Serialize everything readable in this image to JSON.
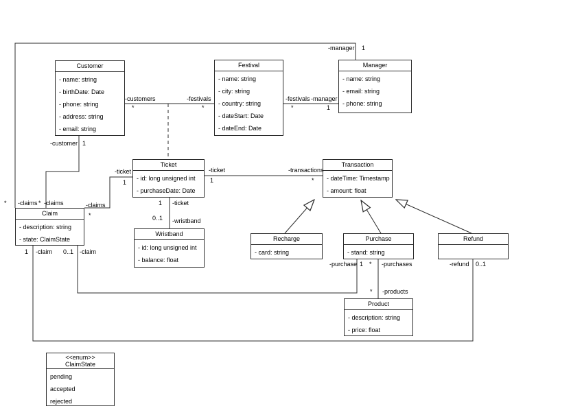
{
  "diagram": {
    "type": "UML class diagram",
    "classes": {
      "customer": {
        "name": "Customer",
        "attributes": [
          "- name: string",
          "- birthDate: Date",
          "- phone: string",
          "- address: string",
          "- email: string"
        ]
      },
      "festival": {
        "name": "Festival",
        "attributes": [
          "- name: string",
          "- city: string",
          "- country: string",
          "- dateStart: Date",
          "- dateEnd: Date"
        ]
      },
      "manager": {
        "name": "Manager",
        "attributes": [
          "- name: string",
          "- email: string",
          "- phone: string"
        ]
      },
      "ticket": {
        "name": "Ticket",
        "attributes": [
          "- id: long unsigned int",
          "- purchaseDate: Date"
        ]
      },
      "transaction": {
        "name": "Transaction",
        "attributes": [
          "- dateTime: Timestamp",
          "- amount: float"
        ]
      },
      "claim": {
        "name": "Claim",
        "attributes": [
          "- description: string",
          "- state: ClaimState"
        ]
      },
      "wristband": {
        "name": "Wristband",
        "attributes": [
          "- id: long unsigned int",
          "- balance: float"
        ]
      },
      "recharge": {
        "name": "Recharge",
        "attributes": [
          "- card: string"
        ]
      },
      "purchase": {
        "name": "Purchase",
        "attributes": [
          "- stand: string"
        ]
      },
      "refund": {
        "name": "Refund",
        "attributes": []
      },
      "product": {
        "name": "Product",
        "attributes": [
          "- description: string",
          "- price: float"
        ]
      },
      "claimstate_enum": {
        "stereotype": "<<enum>>",
        "name": "ClaimState",
        "values": [
          "pending",
          "accepted",
          "rejected"
        ]
      }
    },
    "labels": [
      "-customers",
      "*",
      "-festivals",
      "*",
      "-festivals",
      "*",
      "-manager",
      "1",
      "-manager",
      "1",
      "*",
      "-claims",
      "-customer",
      "1",
      "*",
      "-claims",
      "-ticket",
      "1",
      "-claims",
      "*",
      "-ticket",
      "1",
      "-transactions",
      "*",
      "1",
      "-ticket",
      "0..1",
      "-wristband",
      "1",
      "-claim",
      "0..1",
      "-claim",
      "-purchase",
      "1",
      "*",
      "-purchases",
      "-refund",
      "0..1",
      "*",
      "-products"
    ]
  }
}
